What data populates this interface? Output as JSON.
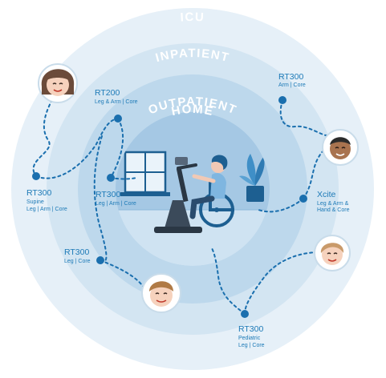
{
  "rings": {
    "icu": "ICU",
    "inpatient": "INPATIENT",
    "outpatient": "OUTPATIENT",
    "home": "HOME"
  },
  "devices": {
    "rt200": {
      "name": "RT200",
      "lines": [
        "Leg & Arm | Core"
      ]
    },
    "rt300_arm": {
      "name": "RT300",
      "lines": [
        "Arm | Core"
      ]
    },
    "rt300_supine": {
      "name": "RT300",
      "lines": [
        "Supine",
        "Leg | Arm | Core"
      ]
    },
    "rt300_leg_arm": {
      "name": "RT300",
      "lines": [
        "Leg | Arm | Core"
      ]
    },
    "xcite": {
      "name": "Xcite",
      "lines": [
        "Leg & Arm &",
        "Hand & Core"
      ]
    },
    "rt300_leg": {
      "name": "RT300",
      "lines": [
        "Leg | Core"
      ]
    },
    "rt300_pediatric": {
      "name": "RT300",
      "lines": [
        "Pediatric",
        "Leg | Core"
      ]
    }
  },
  "colors": {
    "outer_ring": "#e6f0f8",
    "middle_ring": "#d3e5f2",
    "inner_ring": "#bdd8ec",
    "home_circle": "#a5c8e4",
    "ring_text": "#ffffff",
    "path": "#1a6fae",
    "label": "#1d7ab7"
  },
  "icons": [
    "patient-face-female",
    "patient-face-male",
    "patient-face-dark",
    "patient-face-child",
    "wheelchair-user-on-cycle",
    "window",
    "potted-plant"
  ]
}
